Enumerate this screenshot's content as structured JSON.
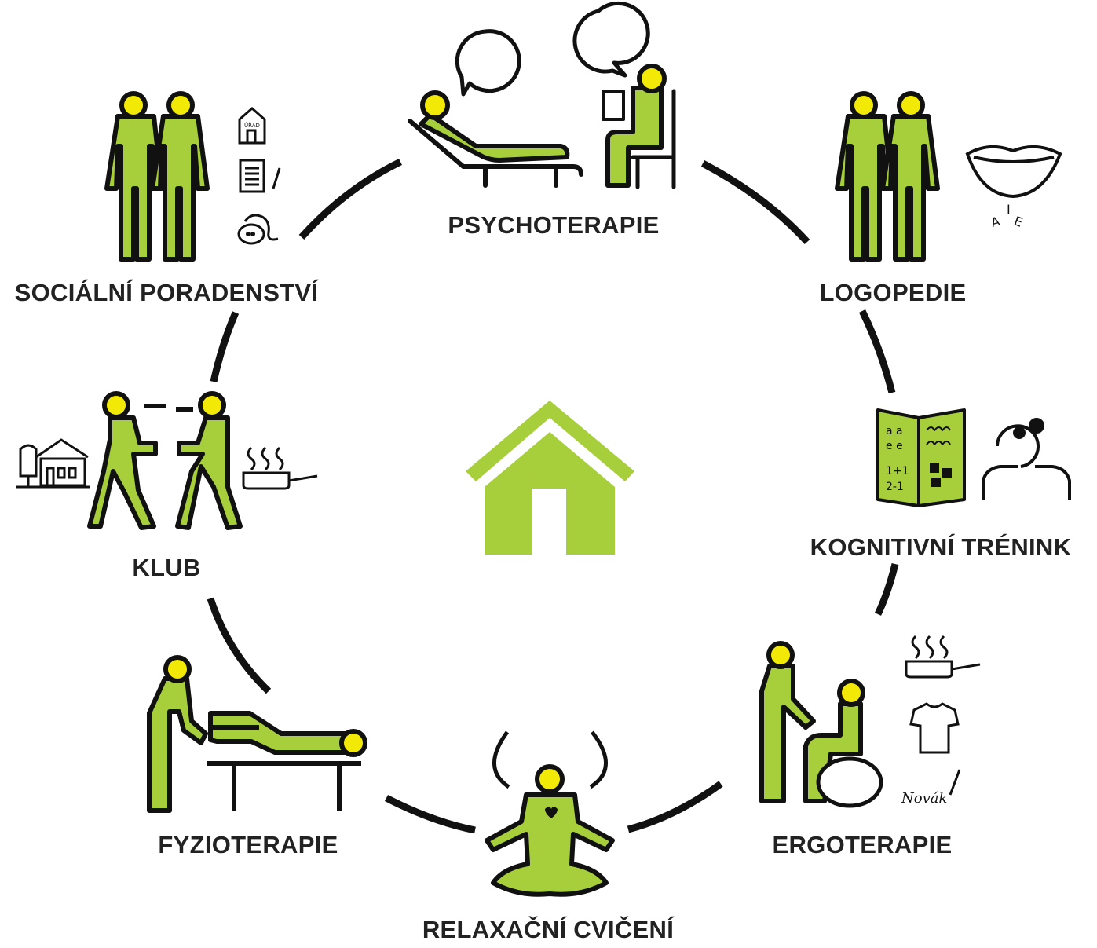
{
  "colors": {
    "figure_fill": "#a7cf3b",
    "head_fill": "#f2ea06",
    "outline": "#111111",
    "ring": "#111111",
    "label_text": "#222222",
    "home_fill": "#a7cf3b"
  },
  "center": {
    "icon": "house-icon"
  },
  "services": [
    {
      "id": "psychoterapie",
      "label": "PSYCHOTERAPIE",
      "icon": "therapist-couch-icon"
    },
    {
      "id": "logopedie",
      "label": "LOGOPEDIE",
      "icon": "mouth-vowels-icon"
    },
    {
      "id": "kognitivni",
      "label": "KOGNITIVNÍ TRÉNINK",
      "icon": "brain-gears-icon"
    },
    {
      "id": "ergoterapie",
      "label": "ERGOTERAPIE",
      "icon": "daily-tasks-icon"
    },
    {
      "id": "relaxacni",
      "label": "RELAXAČNÍ CVIČENÍ",
      "icon": "meditation-icon"
    },
    {
      "id": "fyzioterapie",
      "label": "FYZIOTERAPIE",
      "icon": "massage-table-icon"
    },
    {
      "id": "klub",
      "label": "KLUB",
      "icon": "club-house-icon"
    },
    {
      "id": "socialni",
      "label": "SOCIÁLNÍ PORADENSTVÍ",
      "icon": "office-document-phone-icon"
    }
  ],
  "icon_texts": {
    "urad": "ÚŘAD",
    "vowel_i": "I",
    "vowel_a": "A",
    "vowel_e": "E",
    "card_line1": "a a",
    "card_line2": "e e",
    "card_line3": "1+1",
    "card_line4": "2-1",
    "signature": "Novák"
  }
}
